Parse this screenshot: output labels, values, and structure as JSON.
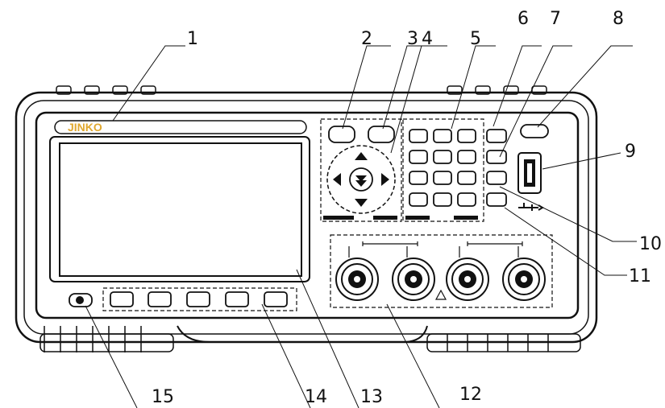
{
  "brand": {
    "text": "JINKO",
    "color": "#e0a830"
  },
  "callouts": [
    {
      "num": "1",
      "part": "brand-label-strip"
    },
    {
      "num": "2",
      "part": "key-2"
    },
    {
      "num": "3",
      "part": "key-3"
    },
    {
      "num": "4",
      "part": "cursor-keypad"
    },
    {
      "num": "5",
      "part": "numeric-keypad"
    },
    {
      "num": "6",
      "part": "side-key-6"
    },
    {
      "num": "7",
      "part": "side-key-7"
    },
    {
      "num": "8",
      "part": "top-right-key-8"
    },
    {
      "num": "9",
      "part": "usb-port"
    },
    {
      "num": "10",
      "part": "side-key-10"
    },
    {
      "num": "11",
      "part": "side-key-11"
    },
    {
      "num": "12",
      "part": "test-terminals"
    },
    {
      "num": "13",
      "part": "lcd-screen"
    },
    {
      "num": "14",
      "part": "soft-keys"
    },
    {
      "num": "15",
      "part": "power-switch"
    }
  ]
}
